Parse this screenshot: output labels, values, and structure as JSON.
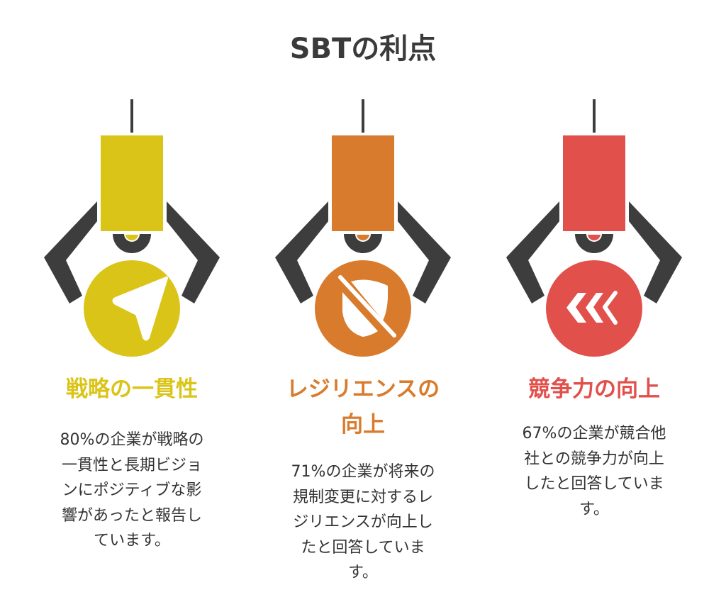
{
  "title": "SBTの利点",
  "colors": {
    "dark": "#3d3d3d",
    "col1": "#dbc418",
    "col2": "#d97b2c",
    "col3": "#e1504b"
  },
  "columns": [
    {
      "heading_lines": [
        "戦略の一貫性"
      ],
      "icon": "navigation-arrow-icon",
      "body_lines": [
        "80%の企業が戦略の",
        "一貫性と長期ビジョ",
        "ンにポジティブな影",
        "響があったと報告し",
        "ています。"
      ]
    },
    {
      "heading_lines": [
        "レジリエンスの",
        "向上"
      ],
      "icon": "shield-off-icon",
      "body_lines": [
        "71%の企業が将来の",
        "規制変更に対するレ",
        "ジリエンスが向上し",
        "たと回答していま",
        "す。"
      ]
    },
    {
      "heading_lines": [
        "競争力の向上"
      ],
      "icon": "chevrons-left-icon",
      "body_lines": [
        "67%の企業が競合他",
        "社との競争力が向上",
        "したと回答していま",
        "す。"
      ]
    }
  ]
}
